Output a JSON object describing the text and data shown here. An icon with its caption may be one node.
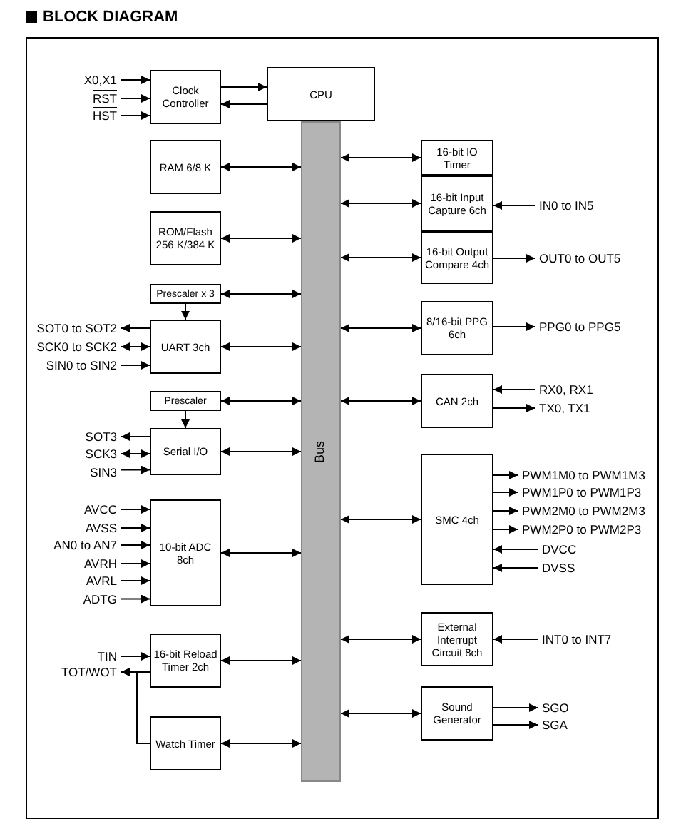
{
  "diagram": {
    "title": "BLOCK DIAGRAM",
    "nodes": [
      {
        "text": [
          "Clock Controller"
        ]
      },
      {
        "text": [
          "CPU"
        ]
      },
      {
        "text": [
          "Bus"
        ]
      },
      {
        "text": [
          "RAM 6/8 K"
        ]
      },
      {
        "text": [
          "ROM/Flash",
          "256 K/384 K"
        ]
      },
      {
        "text": [
          "Prescaler x 3"
        ]
      },
      {
        "text": [
          "UART 3ch"
        ]
      },
      {
        "text": [
          "Prescaler"
        ]
      },
      {
        "text": [
          "Serial I/O"
        ]
      },
      {
        "text": [
          "10-bit ADC 8ch"
        ]
      },
      {
        "text": [
          "16-bit Reload Timer 2ch"
        ]
      },
      {
        "text": [
          "Watch Timer"
        ]
      },
      {
        "text": [
          "16-bit IO Timer"
        ]
      },
      {
        "text": [
          "16-bit Input Capture 6ch"
        ]
      },
      {
        "text": [
          "16-bit Output Compare 4ch"
        ]
      },
      {
        "text": [
          "8/16-bit PPG 6ch"
        ]
      },
      {
        "text": [
          "CAN 2ch"
        ]
      },
      {
        "text": [
          "SMC 4ch"
        ]
      },
      {
        "text": [
          "External Interrupt Circuit 8ch"
        ]
      },
      {
        "text": [
          "Sound Generator"
        ]
      },
      {
        "text": [
          "X0,X1"
        ]
      },
      {
        "text": [
          "RST"
        ]
      },
      {
        "text": [
          "HST"
        ]
      },
      {
        "text": [
          "SOT0 to SOT2"
        ]
      },
      {
        "text": [
          "SCK0 to SCK2"
        ]
      },
      {
        "text": [
          "SIN0 to SIN2"
        ]
      },
      {
        "text": [
          "SOT3"
        ]
      },
      {
        "text": [
          "SCK3"
        ]
      },
      {
        "text": [
          "SIN3"
        ]
      },
      {
        "text": [
          "AVCC"
        ]
      },
      {
        "text": [
          "AVSS"
        ]
      },
      {
        "text": [
          "AN0 to AN7"
        ]
      },
      {
        "text": [
          "AVRH"
        ]
      },
      {
        "text": [
          "AVRL"
        ]
      },
      {
        "text": [
          "ADTG"
        ]
      },
      {
        "text": [
          "TIN"
        ]
      },
      {
        "text": [
          "TOT/WOT"
        ]
      },
      {
        "text": [
          "IN0 to IN5"
        ]
      },
      {
        "text": [
          "OUT0 to OUT5"
        ]
      },
      {
        "text": [
          "PPG0 to PPG5"
        ]
      },
      {
        "text": [
          "RX0, RX1"
        ]
      },
      {
        "text": [
          "TX0, TX1"
        ]
      },
      {
        "text": [
          "PWM1M0 to PWM1M3"
        ]
      },
      {
        "text": [
          "PWM1P0 to PWM1P3"
        ]
      },
      {
        "text": [
          "PWM2M0 to PWM2M3"
        ]
      },
      {
        "text": [
          "PWM2P0 to PWM2P3"
        ]
      },
      {
        "text": [
          "DVCC"
        ]
      },
      {
        "text": [
          "DVSS"
        ]
      },
      {
        "text": [
          "INT0 to INT7"
        ]
      },
      {
        "text": [
          "SGO"
        ]
      },
      {
        "text": [
          "SGA"
        ]
      }
    ],
    "edges": [
      {
        "from": 20,
        "to": 0,
        "arrow": "to"
      },
      {
        "from": 21,
        "to": 0,
        "arrow": "to"
      },
      {
        "from": 22,
        "to": 0,
        "arrow": "to"
      },
      {
        "from": 0,
        "to": 1,
        "arrow": "to"
      },
      {
        "from": 1,
        "to": 0,
        "arrow": "to"
      },
      {
        "from": 3,
        "to": 2,
        "arrow": "both"
      },
      {
        "from": 4,
        "to": 2,
        "arrow": "both"
      },
      {
        "from": 5,
        "to": 2,
        "arrow": "both"
      },
      {
        "from": 6,
        "to": 2,
        "arrow": "both"
      },
      {
        "from": 7,
        "to": 2,
        "arrow": "both"
      },
      {
        "from": 8,
        "to": 2,
        "arrow": "both"
      },
      {
        "from": 9,
        "to": 2,
        "arrow": "both"
      },
      {
        "from": 10,
        "to": 2,
        "arrow": "both"
      },
      {
        "from": 11,
        "to": 2,
        "arrow": "both"
      },
      {
        "from": 12,
        "to": 2,
        "arrow": "both"
      },
      {
        "from": 13,
        "to": 2,
        "arrow": "both"
      },
      {
        "from": 14,
        "to": 2,
        "arrow": "both"
      },
      {
        "from": 15,
        "to": 2,
        "arrow": "both"
      },
      {
        "from": 16,
        "to": 2,
        "arrow": "both"
      },
      {
        "from": 17,
        "to": 2,
        "arrow": "both"
      },
      {
        "from": 18,
        "to": 2,
        "arrow": "both"
      },
      {
        "from": 19,
        "to": 2,
        "arrow": "both"
      },
      {
        "from": 5,
        "to": 6,
        "arrow": "to"
      },
      {
        "from": 7,
        "to": 8,
        "arrow": "to"
      },
      {
        "from": 6,
        "to": 23,
        "arrow": "to"
      },
      {
        "from": 24,
        "to": 6,
        "arrow": "both"
      },
      {
        "from": 25,
        "to": 6,
        "arrow": "to"
      },
      {
        "from": 8,
        "to": 26,
        "arrow": "to"
      },
      {
        "from": 27,
        "to": 8,
        "arrow": "both"
      },
      {
        "from": 28,
        "to": 8,
        "arrow": "to"
      },
      {
        "from": 29,
        "to": 9,
        "arrow": "to"
      },
      {
        "from": 30,
        "to": 9,
        "arrow": "to"
      },
      {
        "from": 31,
        "to": 9,
        "arrow": "to"
      },
      {
        "from": 32,
        "to": 9,
        "arrow": "to"
      },
      {
        "from": 33,
        "to": 9,
        "arrow": "to"
      },
      {
        "from": 34,
        "to": 9,
        "arrow": "to"
      },
      {
        "from": 35,
        "to": 10,
        "arrow": "to"
      },
      {
        "from": 10,
        "to": 36,
        "arrow": "to"
      },
      {
        "from": 11,
        "to": 36,
        "arrow": "to"
      },
      {
        "from": 37,
        "to": 13,
        "arrow": "to"
      },
      {
        "from": 14,
        "to": 38,
        "arrow": "to"
      },
      {
        "from": 15,
        "to": 39,
        "arrow": "to"
      },
      {
        "from": 40,
        "to": 16,
        "arrow": "to"
      },
      {
        "from": 16,
        "to": 41,
        "arrow": "to"
      },
      {
        "from": 17,
        "to": 42,
        "arrow": "to"
      },
      {
        "from": 17,
        "to": 43,
        "arrow": "to"
      },
      {
        "from": 17,
        "to": 44,
        "arrow": "to"
      },
      {
        "from": 17,
        "to": 45,
        "arrow": "to"
      },
      {
        "from": 46,
        "to": 17,
        "arrow": "to"
      },
      {
        "from": 47,
        "to": 17,
        "arrow": "to"
      },
      {
        "from": 48,
        "to": 18,
        "arrow": "to"
      },
      {
        "from": 19,
        "to": 49,
        "arrow": "to"
      },
      {
        "from": 19,
        "to": 50,
        "arrow": "to"
      }
    ]
  }
}
